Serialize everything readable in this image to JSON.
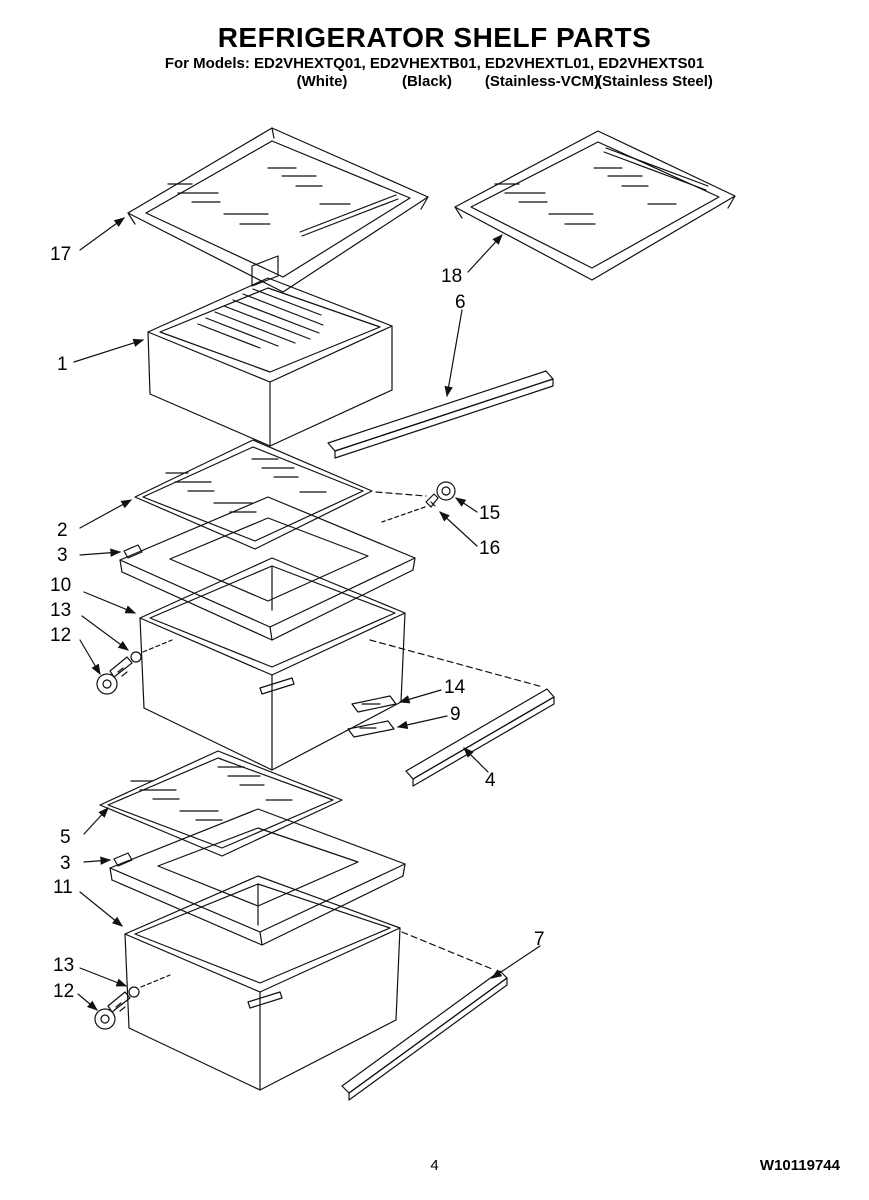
{
  "header": {
    "title": "REFRIGERATOR SHELF PARTS",
    "models_line": "For Models: ED2VHEXTQ01, ED2VHEXTB01, ED2VHEXTL01, ED2VHEXTS01",
    "finishes": [
      "(White)",
      "(Black)",
      "(Stainless-VCM)",
      "(Stainless Steel)"
    ]
  },
  "callouts": [
    "17",
    "1",
    "18",
    "6",
    "2",
    "3",
    "10",
    "13",
    "12",
    "15",
    "16",
    "14",
    "9",
    "4",
    "5",
    "3",
    "11",
    "13",
    "12",
    "7"
  ],
  "footer": {
    "page_number": "4",
    "document_number": "W10119744"
  }
}
